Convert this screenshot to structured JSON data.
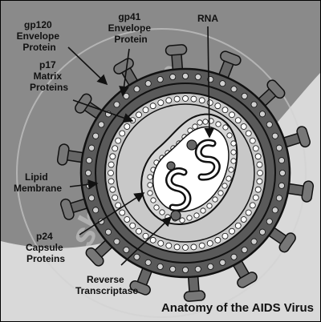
{
  "labels": {
    "gp120": [
      "gp120",
      "Envelope",
      "Protein"
    ],
    "gp41": [
      "gp41",
      "Envelope",
      "Protein"
    ],
    "rna": [
      "RNA"
    ],
    "p17": [
      "p17",
      "Matrix",
      "Proteins"
    ],
    "lipid": [
      "Lipid",
      "Membrane"
    ],
    "p24": [
      "p24",
      "Capsule",
      "Proteins"
    ],
    "rt": [
      "Reverse",
      "Transcriptase"
    ]
  },
  "caption": "Anatomy of the AIDS Virus",
  "watermark": "shaalaa.com",
  "colors": {
    "background_dark": "#8a8a8a",
    "background_light": "#d9d9d9",
    "virus_dark": "#5a5a5a",
    "virus_light": "#c8c8c8",
    "ink": "#111111"
  }
}
